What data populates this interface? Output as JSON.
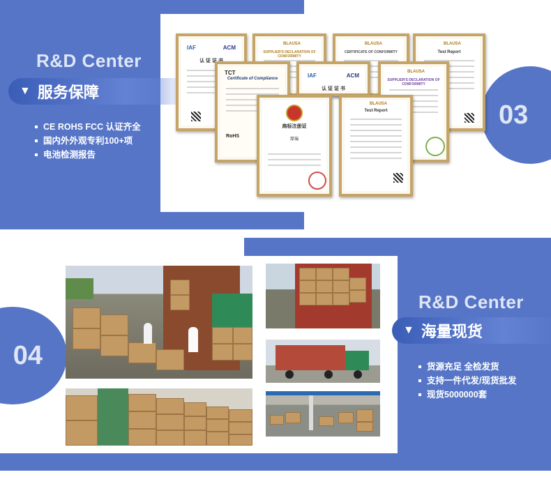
{
  "section_03": {
    "number": "03",
    "heading": "R&D Center",
    "pill_label": "服务保障",
    "pill_icon": "triangle-down-icon",
    "bullets": [
      "CE ROHS FCC 认证齐全",
      "国内外外观专利100+项",
      "电池检测报告"
    ]
  },
  "section_04": {
    "number": "04",
    "heading": "R&D Center",
    "pill_label": "海量现货",
    "pill_icon": "triangle-down-icon",
    "bullets": [
      "货源充足 全检发货",
      "支持一件代发/现货批发",
      "现货5000000套"
    ]
  },
  "certificates": {
    "iaf_1": {
      "logo": "IAF",
      "logo2": "ACM",
      "title": "认 证 证 书"
    },
    "supplier_1": {
      "logo": "BLAUSA",
      "title": "SUPPLIER'S DECLARATION OF CONFORMITY"
    },
    "conformity": {
      "logo": "BLAUSA",
      "title": "CERTIFICATE OF CONFORMITY"
    },
    "test_report_1": {
      "logo": "BLAUSA",
      "title": "Test Report"
    },
    "tct": {
      "logo": "TCT",
      "title": "Certificate of Compliance",
      "mark": "RoHS"
    },
    "iaf_2": {
      "logo": "IAF",
      "logo2": "ACM",
      "title": "认 证 证 书"
    },
    "supplier_2": {
      "logo": "BLAUSA",
      "title": "SUPPLIER'S DECLARATION OF CONFORMITY"
    },
    "trademark": {
      "title": "商标注册证",
      "subtitle": "厚瑞"
    },
    "test_report_2": {
      "logo": "BLAUSA",
      "title": "Test Report"
    }
  },
  "colors": {
    "brand_blue": "#5675c6",
    "pill_dark": "#3a5db7",
    "gold_frame": "#c5a467"
  }
}
